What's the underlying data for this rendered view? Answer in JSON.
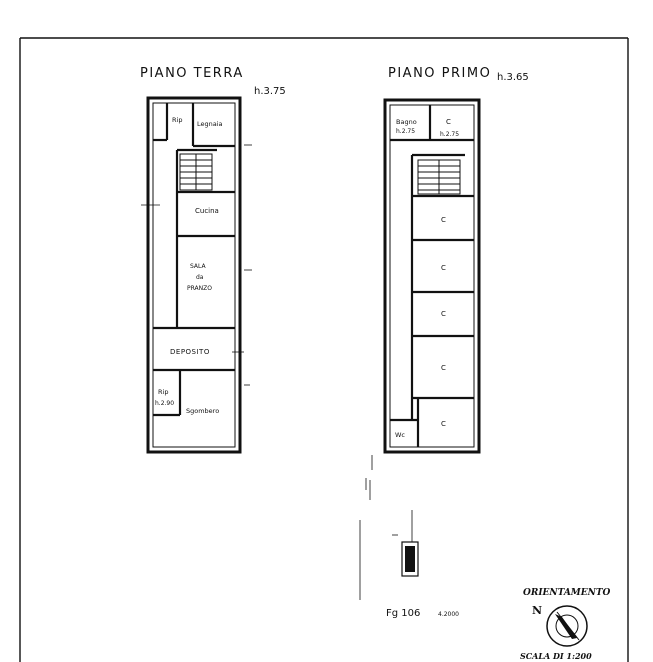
{
  "titles": {
    "ground_floor": "PIANO TERRA",
    "ground_height": "h.3.75",
    "first_floor": "PIANO PRIMO",
    "first_height": "h.3.65"
  },
  "ground_rooms": {
    "rip_top": "Rip",
    "legnaia": "Legnaia",
    "cucina": "Cucina",
    "sala_1": "SALA",
    "sala_2": "da",
    "sala_3": "PRANZO",
    "deposito": "DEPOSITO",
    "rip_bottom": "Rip",
    "rip_bottom_height": "h.2.90",
    "sgombero": "Sgombero"
  },
  "first_rooms": {
    "bagno": "Bagno",
    "bagno_height": "h.2.75",
    "c_top": "C",
    "c_top_height": "h.2.75",
    "c1": "C",
    "c2": "C",
    "c3": "C",
    "c4": "C",
    "c5": "C",
    "wc": "Wc"
  },
  "legend": {
    "sheet_ref": "Fg 106",
    "sheet_ref_extra": "4.2000",
    "orientation": "ORIENTAMENTO",
    "north": "N",
    "scale": "SCALA DI 1:200"
  }
}
